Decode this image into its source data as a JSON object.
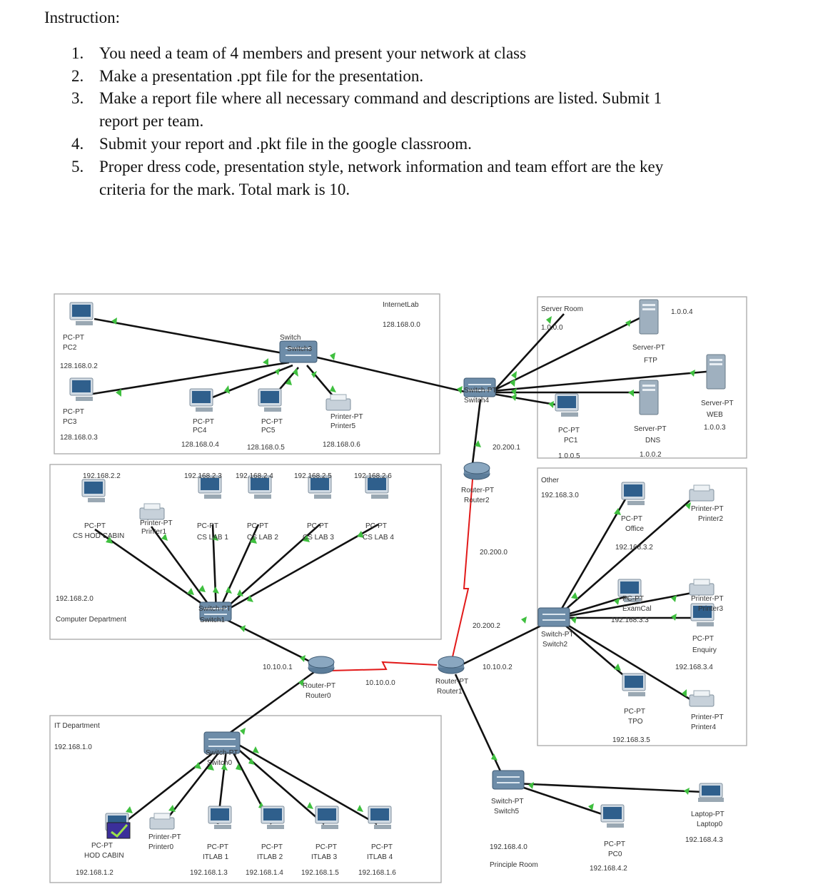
{
  "instruction": {
    "heading": "Instruction:",
    "items": [
      {
        "num": "1.",
        "lines": [
          "You need a team of 4 members and present your network at class"
        ]
      },
      {
        "num": "2.",
        "lines": [
          "Make a presentation .ppt file for the presentation."
        ]
      },
      {
        "num": "3.",
        "lines": [
          "Make a report file where all necessary command and descriptions are listed. Submit 1",
          "report per team."
        ]
      },
      {
        "num": "4.",
        "lines": [
          "Submit your report and .pkt file in the google classroom."
        ]
      },
      {
        "num": "5.",
        "lines": [
          "Proper dress code, presentation style, network information and team effort are the key",
          "criteria for the mark. Total mark is 10."
        ]
      }
    ]
  },
  "areas": {
    "internet_lab": {
      "name": "InternetLab",
      "subnet": "128.168.0.0"
    },
    "server_room": {
      "name": "Server Room",
      "subnet": "1.0.0.0"
    },
    "computer_department": {
      "name": "Computer Department",
      "subnet": "192.168.2.0"
    },
    "other": {
      "name": "Other",
      "subnet": "192.168.3.0"
    },
    "it_department": {
      "name": "IT Department",
      "subnet": "192.168.1.0"
    },
    "principle_room": {
      "name": "Principle Room",
      "subnet": "192.168.4.0"
    }
  },
  "devices": [
    {
      "id": "pc2",
      "type": "pc",
      "lines": [
        "PC-PT",
        "PC2"
      ],
      "ip": "128.168.0.2"
    },
    {
      "id": "pc3",
      "type": "pc",
      "lines": [
        "PC-PT",
        "PC3"
      ],
      "ip": "128.168.0.3"
    },
    {
      "id": "pc4",
      "type": "pc",
      "lines": [
        "PC-PT",
        "PC4"
      ],
      "ip": "128.168.0.4"
    },
    {
      "id": "pc5",
      "type": "pc",
      "lines": [
        "PC-PT",
        "PC5"
      ],
      "ip": "128.168.0.5"
    },
    {
      "id": "printer5",
      "type": "printer",
      "lines": [
        "Printer-PT",
        "Printer5"
      ],
      "ip": "128.168.0.6"
    },
    {
      "id": "switch3",
      "type": "switch",
      "lines": [
        "Switch",
        "Switch3"
      ],
      "ip": ""
    },
    {
      "id": "switch4",
      "type": "switch",
      "lines": [
        "Switch-PT",
        "Switch4"
      ],
      "ip": ""
    },
    {
      "id": "router2",
      "type": "router",
      "lines": [
        "Router-PT",
        "Router2"
      ],
      "ip": ""
    },
    {
      "id": "pc1",
      "type": "pc",
      "lines": [
        "PC-PT",
        "PC1"
      ],
      "ip": "1.0.0.5"
    },
    {
      "id": "ftp",
      "type": "server",
      "lines": [
        "Server-PT",
        "FTP"
      ],
      "ip": "1.0.0.4"
    },
    {
      "id": "dns",
      "type": "server",
      "lines": [
        "Server-PT",
        "DNS"
      ],
      "ip": "1.0.0.2"
    },
    {
      "id": "web",
      "type": "server",
      "lines": [
        "Server-PT",
        "WEB"
      ],
      "ip": "1.0.0.3"
    },
    {
      "id": "cs_hod",
      "type": "pc",
      "lines": [
        "PC-PT",
        "CS HOD CABIN"
      ],
      "ip": "192.168.2.2"
    },
    {
      "id": "printer1",
      "type": "printer",
      "lines": [
        "Printer-PT",
        "Printer1"
      ],
      "ip": ""
    },
    {
      "id": "cslab1",
      "type": "pc",
      "lines": [
        "PC-PT",
        "CS LAB 1"
      ],
      "ip": "192.168.2.3"
    },
    {
      "id": "cslab2",
      "type": "pc",
      "lines": [
        "PC-PT",
        "CS LAB 2"
      ],
      "ip": "192.168.2.4"
    },
    {
      "id": "cslab3",
      "type": "pc",
      "lines": [
        "PC-PT",
        "CS LAB 3"
      ],
      "ip": "192.168.2.5"
    },
    {
      "id": "cslab4",
      "type": "pc",
      "lines": [
        "PC-PT",
        "CS LAB 4"
      ],
      "ip": "192.168.2.6"
    },
    {
      "id": "switch1",
      "type": "switch",
      "lines": [
        "Switch-PT",
        "Switch1"
      ],
      "ip": ""
    },
    {
      "id": "router0",
      "type": "router",
      "lines": [
        "Router-PT",
        "Router0"
      ],
      "ip": ""
    },
    {
      "id": "router1",
      "type": "router",
      "lines": [
        "Router-PT",
        "Router1"
      ],
      "ip": ""
    },
    {
      "id": "office",
      "type": "pc",
      "lines": [
        "PC-PT",
        "Office"
      ],
      "ip": "192.168.3.2"
    },
    {
      "id": "printer2",
      "type": "printer",
      "lines": [
        "Printer-PT",
        "Printer2"
      ],
      "ip": ""
    },
    {
      "id": "printer3",
      "type": "printer",
      "lines": [
        "Printer-PT",
        "Printer3"
      ],
      "ip": ""
    },
    {
      "id": "examcal",
      "type": "pc",
      "lines": [
        "PC-PT",
        "ExamCal"
      ],
      "ip": "192.168.3.3"
    },
    {
      "id": "enquiry",
      "type": "pc",
      "lines": [
        "PC-PT",
        "Enquiry"
      ],
      "ip": "192.168.3.4"
    },
    {
      "id": "switch2",
      "type": "switch",
      "lines": [
        "Switch-PT",
        "Switch2"
      ],
      "ip": ""
    },
    {
      "id": "tpo",
      "type": "pc",
      "lines": [
        "PC-PT",
        "TPO"
      ],
      "ip": "192.168.3.5"
    },
    {
      "id": "printer4",
      "type": "printer",
      "lines": [
        "Printer-PT",
        "Printer4"
      ],
      "ip": ""
    },
    {
      "id": "switch0",
      "type": "switch",
      "lines": [
        "Switch-PT",
        "Switch0"
      ],
      "ip": ""
    },
    {
      "id": "hod",
      "type": "pc",
      "lines": [
        "PC-PT",
        "HOD CABIN"
      ],
      "ip": "192.168.1.2"
    },
    {
      "id": "printer0",
      "type": "printer",
      "lines": [
        "Printer-PT",
        "Printer0"
      ],
      "ip": ""
    },
    {
      "id": "itlab1",
      "type": "pc",
      "lines": [
        "PC-PT",
        "ITLAB 1"
      ],
      "ip": "192.168.1.3"
    },
    {
      "id": "itlab2",
      "type": "pc",
      "lines": [
        "PC-PT",
        "ITLAB 2"
      ],
      "ip": "192.168.1.4"
    },
    {
      "id": "itlab3",
      "type": "pc",
      "lines": [
        "PC-PT",
        "ITLAB 3"
      ],
      "ip": "192.168.1.5"
    },
    {
      "id": "itlab4",
      "type": "pc",
      "lines": [
        "PC-PT",
        "ITLAB 4"
      ],
      "ip": "192.168.1.6"
    },
    {
      "id": "switch5",
      "type": "switch",
      "lines": [
        "Switch-PT",
        "Switch5"
      ],
      "ip": ""
    },
    {
      "id": "pc0",
      "type": "pc",
      "lines": [
        "PC-PT",
        "PC0"
      ],
      "ip": "192.168.4.2"
    },
    {
      "id": "laptop0",
      "type": "laptop",
      "lines": [
        "Laptop-PT",
        "Laptop0"
      ],
      "ip": "192.168.4.3"
    }
  ],
  "link_labels": [
    "20.200.1",
    "20.200.0",
    "20.200.2",
    "10.10.0.1",
    "10.10.0.0",
    "10.10.0.2"
  ]
}
